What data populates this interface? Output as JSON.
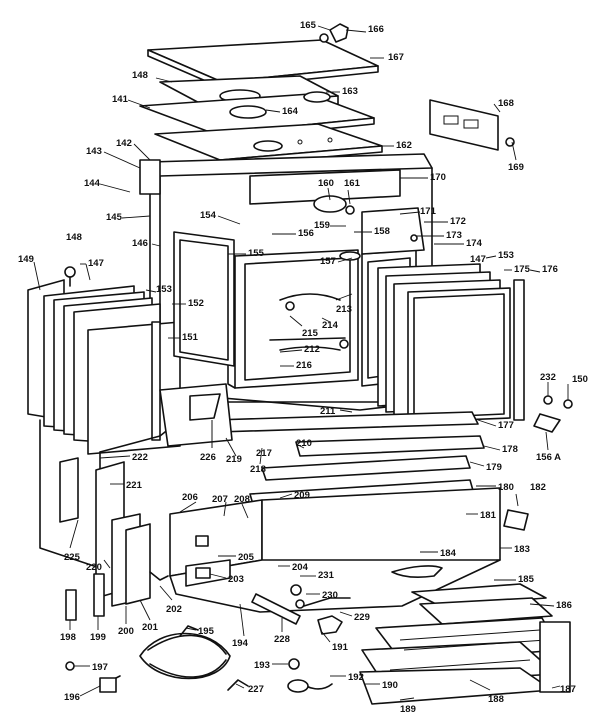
{
  "labels": [
    {
      "id": "l165",
      "text": "165"
    },
    {
      "id": "l166",
      "text": "166"
    },
    {
      "id": "l167",
      "text": "167"
    },
    {
      "id": "l148",
      "text": "148"
    },
    {
      "id": "l163",
      "text": "163"
    },
    {
      "id": "l141",
      "text": "141"
    },
    {
      "id": "l164",
      "text": "164"
    },
    {
      "id": "l168",
      "text": "168"
    },
    {
      "id": "l169",
      "text": "169"
    },
    {
      "id": "l143",
      "text": "143"
    },
    {
      "id": "l142",
      "text": "142"
    },
    {
      "id": "l162",
      "text": "162"
    },
    {
      "id": "l160",
      "text": "160"
    },
    {
      "id": "l161",
      "text": "161"
    },
    {
      "id": "l170",
      "text": "170"
    },
    {
      "id": "l144",
      "text": "144"
    },
    {
      "id": "l145",
      "text": "145"
    },
    {
      "id": "l154",
      "text": "154"
    },
    {
      "id": "l171",
      "text": "171"
    },
    {
      "id": "l172",
      "text": "172"
    },
    {
      "id": "l159",
      "text": "159"
    },
    {
      "id": "l156",
      "text": "156"
    },
    {
      "id": "l158",
      "text": "158"
    },
    {
      "id": "l173",
      "text": "173"
    },
    {
      "id": "l174",
      "text": "174"
    },
    {
      "id": "l146",
      "text": "146"
    },
    {
      "id": "l148b",
      "text": "148"
    },
    {
      "id": "l155",
      "text": "155"
    },
    {
      "id": "l157",
      "text": "157"
    },
    {
      "id": "l147",
      "text": "147"
    },
    {
      "id": "l153",
      "text": "153"
    },
    {
      "id": "l175",
      "text": "175"
    },
    {
      "id": "l176",
      "text": "176"
    },
    {
      "id": "l149",
      "text": "149"
    },
    {
      "id": "l147b",
      "text": "147"
    },
    {
      "id": "l213",
      "text": "213"
    },
    {
      "id": "l153b",
      "text": "153"
    },
    {
      "id": "l152",
      "text": "152"
    },
    {
      "id": "l215",
      "text": "215"
    },
    {
      "id": "l214",
      "text": "214"
    },
    {
      "id": "l151",
      "text": "151"
    },
    {
      "id": "l212",
      "text": "212"
    },
    {
      "id": "l216",
      "text": "216"
    },
    {
      "id": "l232",
      "text": "232"
    },
    {
      "id": "l150",
      "text": "150"
    },
    {
      "id": "l211",
      "text": "211"
    },
    {
      "id": "l177",
      "text": "177"
    },
    {
      "id": "l156a",
      "text": "156 A"
    },
    {
      "id": "l178",
      "text": "178"
    },
    {
      "id": "l226",
      "text": "226"
    },
    {
      "id": "l219",
      "text": "219"
    },
    {
      "id": "l218",
      "text": "218"
    },
    {
      "id": "l217",
      "text": "217"
    },
    {
      "id": "l210",
      "text": "210"
    },
    {
      "id": "l179",
      "text": "179"
    },
    {
      "id": "l222",
      "text": "222"
    },
    {
      "id": "l180",
      "text": "180"
    },
    {
      "id": "l182",
      "text": "182"
    },
    {
      "id": "l221",
      "text": "221"
    },
    {
      "id": "l206",
      "text": "206"
    },
    {
      "id": "l207",
      "text": "207"
    },
    {
      "id": "l208",
      "text": "208"
    },
    {
      "id": "l209",
      "text": "209"
    },
    {
      "id": "l181",
      "text": "181"
    },
    {
      "id": "l183",
      "text": "183"
    },
    {
      "id": "l184",
      "text": "184"
    },
    {
      "id": "l225",
      "text": "225"
    },
    {
      "id": "l205",
      "text": "205"
    },
    {
      "id": "l220",
      "text": "220"
    },
    {
      "id": "l204",
      "text": "204"
    },
    {
      "id": "l231",
      "text": "231"
    },
    {
      "id": "l203",
      "text": "203"
    },
    {
      "id": "l185",
      "text": "185"
    },
    {
      "id": "l230",
      "text": "230"
    },
    {
      "id": "l202",
      "text": "202"
    },
    {
      "id": "l186",
      "text": "186"
    },
    {
      "id": "l229",
      "text": "229"
    },
    {
      "id": "l198",
      "text": "198"
    },
    {
      "id": "l199",
      "text": "199"
    },
    {
      "id": "l200",
      "text": "200"
    },
    {
      "id": "l201",
      "text": "201"
    },
    {
      "id": "l228",
      "text": "228"
    },
    {
      "id": "l195",
      "text": "195"
    },
    {
      "id": "l194",
      "text": "194"
    },
    {
      "id": "l191",
      "text": "191"
    },
    {
      "id": "l197",
      "text": "197"
    },
    {
      "id": "l193",
      "text": "193"
    },
    {
      "id": "l192",
      "text": "192"
    },
    {
      "id": "l190",
      "text": "190"
    },
    {
      "id": "l196",
      "text": "196"
    },
    {
      "id": "l227",
      "text": "227"
    },
    {
      "id": "l189",
      "text": "189"
    },
    {
      "id": "l188",
      "text": "188"
    },
    {
      "id": "l187",
      "text": "187"
    }
  ]
}
